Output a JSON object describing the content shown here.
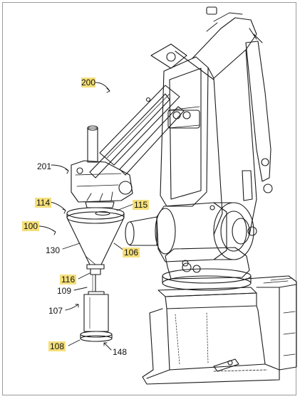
{
  "figure": {
    "labels": [
      {
        "id": "200",
        "text": "200",
        "highlighted": true
      },
      {
        "id": "201",
        "text": "201",
        "highlighted": false
      },
      {
        "id": "114",
        "text": "114",
        "highlighted": true
      },
      {
        "id": "115",
        "text": "115",
        "highlighted": true
      },
      {
        "id": "100",
        "text": "100",
        "highlighted": true
      },
      {
        "id": "130",
        "text": "130",
        "highlighted": false
      },
      {
        "id": "106",
        "text": "106",
        "highlighted": true
      },
      {
        "id": "116",
        "text": "116",
        "highlighted": true
      },
      {
        "id": "109",
        "text": "109",
        "highlighted": false
      },
      {
        "id": "107",
        "text": "107",
        "highlighted": false
      },
      {
        "id": "108",
        "text": "108",
        "highlighted": true
      },
      {
        "id": "148",
        "text": "148",
        "highlighted": false
      }
    ],
    "highlight_color": "#f4df7a",
    "line_color": "#1a1a1a"
  }
}
